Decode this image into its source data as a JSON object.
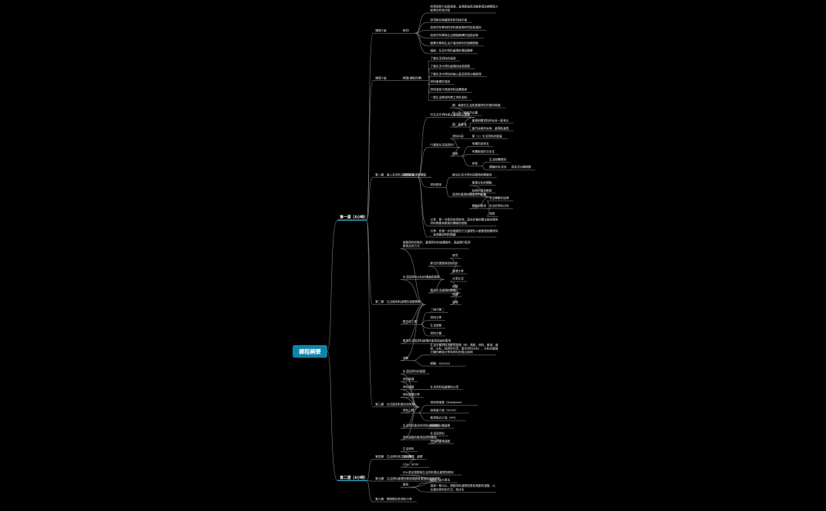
{
  "root": "課程綱要",
  "branches": [
    {
      "label": "第一週（3小時）",
      "children": [
        {
          "label": "課程介紹",
          "children": [
            {
              "label": "研討Ⅰ",
              "children": [
                {
                  "label": "探索導師介紹與領域，並規劃成員活動事項及期間與小組角色初始分組"
                },
                {
                  "label": "研究數位典藏與資訊科技計畫"
                },
                {
                  "label": "從研究所學到的資料數據與研究技能運用"
                },
                {
                  "label": "從研究所學與生活經驗轉譯的技能延伸"
                },
                {
                  "label": "觀察在學與生活中運用資料的相關經驗"
                },
                {
                  "label": "總結：生活中資料處理的環境觀察"
                }
              ]
            }
          ]
        },
        {
          "label": "課程介紹",
          "children": [
            {
              "label": "期望(課程目標)",
              "children": [
                {
                  "label": "了解生活資料的運用"
                },
                {
                  "label": "了解生活中資料處理的技術樣態"
                },
                {
                  "label": "了解生活中資料的核心與其使用分類原理"
                },
                {
                  "label": "資料管理的運用"
                },
                {
                  "label": "資料運用中透過資料結構推導"
                },
                {
                  "label": "一般生活應用所需之資料技術"
                }
              ]
            }
          ]
        },
        {
          "label": "第一講　進入生資料正確應用與規劃構築",
          "children": [
            {
              "label": "資料管理",
              "children": [
                {
                  "label": "在生活中資料導入使用的人選擇",
                  "children": [
                    {
                      "label": "觀：通過在生活區重要資料的應用時機"
                    },
                    {
                      "label": "在一次一組數字位置"
                    },
                    {
                      "label": "觀：重要項",
                      "children": [
                        {
                          "label": "重視相關資料的安全一般地方"
                        },
                        {
                          "label": "當代技術的安排、處理與運營"
                        }
                      ]
                    }
                  ]
                },
                {
                  "label": "什麼是生活與資料？",
                  "children": [
                    {
                      "label": "資料內容",
                      "children": [
                        {
                          "label": "第（1）生活資料的價值"
                        }
                      ]
                    },
                    {
                      "label": "屬性",
                      "children": [
                        {
                          "label": "有關的技術支"
                        },
                        {
                          "label": "有關數據的文化支"
                        },
                        {
                          "label": "其他",
                          "children": [
                            {
                              "label": "生活相關應用"
                            },
                            {
                              "label": "關聯的生活流",
                              "children": [
                                {
                                  "label": "與生活分類規劃"
                                }
                              ]
                            }
                          ]
                        }
                      ]
                    }
                  ]
                },
                {
                  "label": "資料應用",
                  "children": [
                    {
                      "label": "數位生活中資料與實際的關聯性"
                    },
                    {
                      "label": "與資料管理的關聯資料影響",
                      "children": [
                        {
                          "label": "管理分析的關聯"
                        },
                        {
                          "label": "技術的成效數據"
                        },
                        {
                          "label": "關聯的應用",
                          "children": [
                            {
                              "label": "安全關聯的延伸"
                            },
                            {
                              "label": "安全的資料分析"
                            },
                            {
                              "label": "規則"
                            }
                          ]
                        }
                      ]
                    }
                  ]
                },
                {
                  "label": "分享：第一次使用的資料時，首先所需的關注都有哪些資料需要與數據的關聯的經驗"
                },
                {
                  "label": "分享：有第一次所規劃的方式處理的人都整理相關資料，並想要說明的關鍵"
                }
              ]
            }
          ]
        },
        {
          "label": "第二講　生活與資料處理的運營實務",
          "children": [
            {
              "label": "規劃資料的對於，處理資料的結構操作，與處理行程序應用及的方式"
            },
            {
              "label": "生活與資料分析的理論與實務",
              "children": [
                {
                  "label": "數位的運營與技術",
                  "children": [
                    {
                      "label": "研究"
                    },
                    {
                      "label": "分析"
                    },
                    {
                      "label": "整理分享"
                    }
                  ]
                },
                {
                  "label": "整合生活處理的範疇",
                  "children": [
                    {
                      "label": "分享生活"
                    },
                    {
                      "label": "規劃"
                    },
                    {
                      "label": "規劃"
                    },
                    {
                      "label": "運營"
                    }
                  ]
                }
              ]
            },
            {
              "label": "數位化工程",
              "children": [
                {
                  "label": "二時代第二"
                },
                {
                  "label": "資料分享"
                },
                {
                  "label": "生活運營"
                },
                {
                  "label": "資料分類"
                }
              ]
            },
            {
              "label": "應用生活與資料處理的運用與技術應用"
            },
            {
              "label": "流動",
              "children": [
                {
                  "label": "生活分類資料流動的整理（例：規劃、資料、應用、總結、分析、與資料共享、整合資料分析），分析的重點分類的轉換分享與資料的整合說明"
                },
                {
                  "label": "網絡：Internet"
                }
              ]
            }
          ]
        },
        {
          "label": "第三講　生活與資料整合的對照",
          "children": [
            {
              "label": "生活與資料的運營"
            },
            {
              "label": "資料整理"
            },
            {
              "label": "資料運營",
              "children": [
                {
                  "label": "生活資料與處理的分享"
                }
              ]
            },
            {
              "label": "資料整理分享"
            },
            {
              "label": "資料工程",
              "children": [
                {
                  "label": "資料庫運營（Database）"
                },
                {
                  "label": "使用者介面（UI/UX）"
                },
                {
                  "label": "應用程式介面（API）"
                }
              ]
            },
            {
              "label": "生活資料整合的資料處理規劃",
              "children": [
                {
                  "label": "和資料分類處理"
                }
              ]
            },
            {
              "label": "資料運營的應用與資料整合",
              "children": [
                {
                  "label": "生活與資料"
                },
                {
                  "label": "資料的處理運營"
                }
              ]
            }
          ]
        }
      ]
    },
    {
      "label": "第二週（3小時）",
      "children": [
        {
          "label": "第四講　生活資料的生活分享",
          "children": [
            {
              "label": "生活資料"
            },
            {
              "label": "資料整理、處理"
            },
            {
              "label": "CSV、JSON"
            }
          ]
        },
        {
          "label": "第五講　生活資料處理的數據規劃與運營的應用規劃",
          "children": [
            {
              "label": "SQL語法規劃與生活資料整合處理的應用"
            },
            {
              "label": "範例",
              "children": [
                {
                  "label": "範例、SQL語法"
                },
                {
                  "label": "運用一般SQL、規劃資料處理的應用規劃的運營、以及運用資料的方式、與分析"
                }
              ]
            }
          ]
        },
        {
          "label": "第六講　實際應用的資料分享"
        }
      ]
    }
  ]
}
